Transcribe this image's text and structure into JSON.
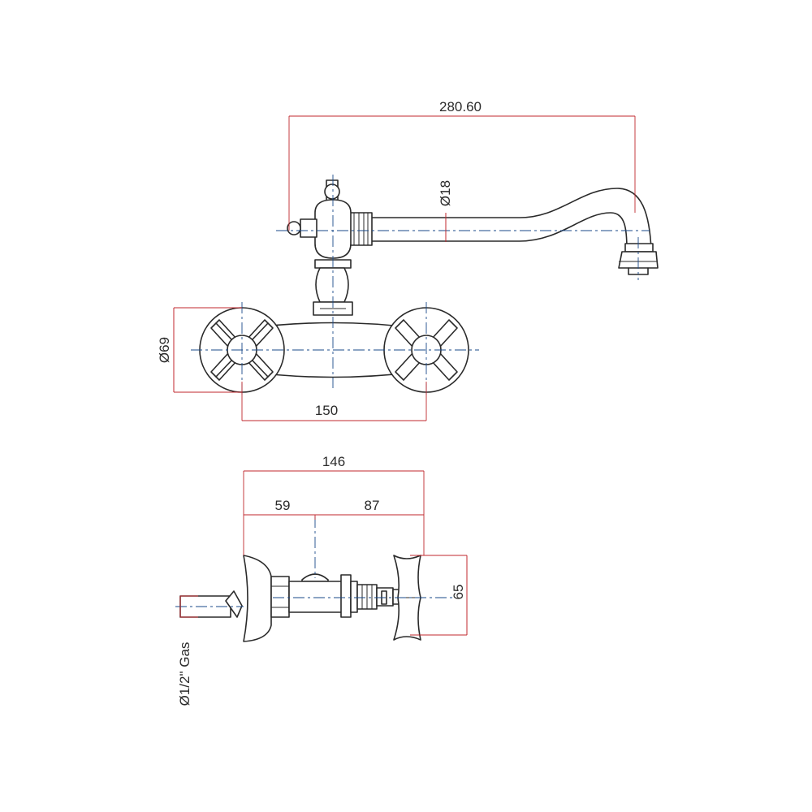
{
  "colors": {
    "dimension_line": "#c0272d",
    "outline": "#2a2a2a",
    "centerline": "#1a4a8a"
  },
  "dimensions": {
    "spout_reach": "280.60",
    "spout_diameter": "Ø18",
    "handle_diameter": "Ø69",
    "centers_distance": "150",
    "total_depth": "146",
    "wall_to_axis": "59",
    "axis_to_handle": "87",
    "handle_height": "65",
    "inlet_thread": "Ø1/2\" Gas"
  }
}
